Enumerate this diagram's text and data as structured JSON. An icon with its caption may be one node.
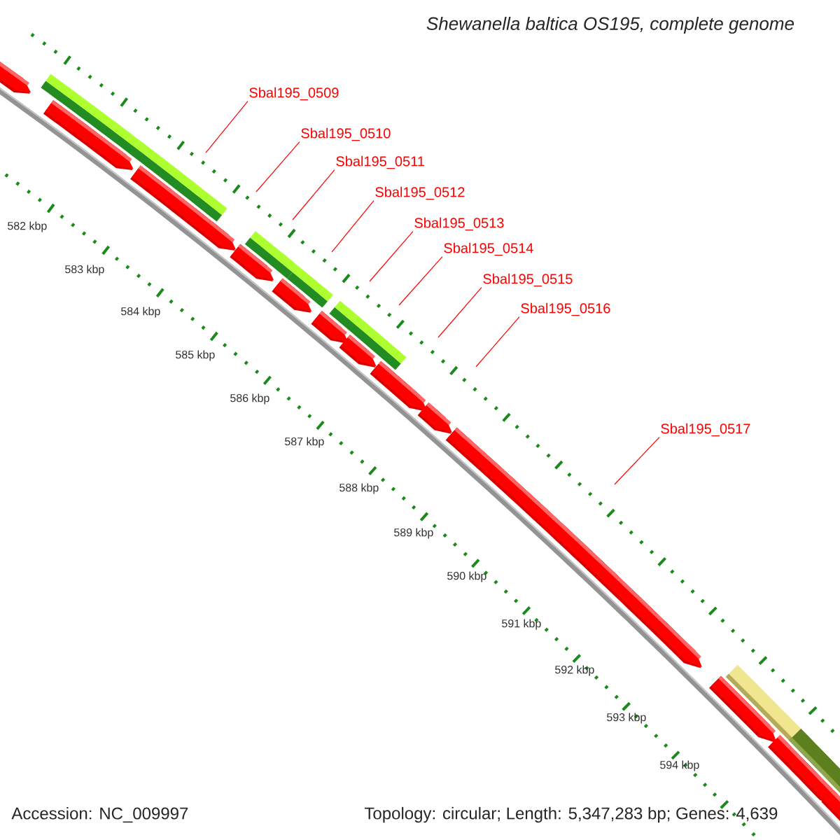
{
  "diagram": {
    "title": "Shewanella baltica OS195, complete genome",
    "nodes": [
      {
        "text": [
          "Sbal195_0509"
        ]
      },
      {
        "text": [
          "Sbal195_0510"
        ]
      },
      {
        "text": [
          "Sbal195_0511"
        ]
      },
      {
        "text": [
          "Sbal195_0512"
        ]
      },
      {
        "text": [
          "Sbal195_0513"
        ]
      },
      {
        "text": [
          "Sbal195_0514"
        ]
      },
      {
        "text": [
          "Sbal195_0515"
        ]
      },
      {
        "text": [
          "Sbal195_0516"
        ]
      },
      {
        "text": [
          "Sbal195_0517"
        ]
      }
    ],
    "edges": [
      {
        "from": 0,
        "to": null,
        "arrow": "none"
      },
      {
        "from": 1,
        "to": null,
        "arrow": "none"
      },
      {
        "from": 2,
        "to": null,
        "arrow": "none"
      },
      {
        "from": 3,
        "to": null,
        "arrow": "none"
      },
      {
        "from": 4,
        "to": null,
        "arrow": "none"
      },
      {
        "from": 5,
        "to": null,
        "arrow": "none"
      },
      {
        "from": 6,
        "to": null,
        "arrow": "none"
      },
      {
        "from": 7,
        "to": null,
        "arrow": "none"
      },
      {
        "from": 8,
        "to": null,
        "arrow": "none"
      }
    ],
    "labels": [
      "582 kbp",
      "583 kbp",
      "584 kbp",
      "585 kbp",
      "586 kbp",
      "587 kbp",
      "588 kbp",
      "589 kbp",
      "590 kbp",
      "591 kbp",
      "592 kbp",
      "593 kbp",
      "594 kbp",
      "Accession: NC_009997",
      "Topology: circular; Length: 5,347,283 bp; Genes: 4,639"
    ]
  }
}
